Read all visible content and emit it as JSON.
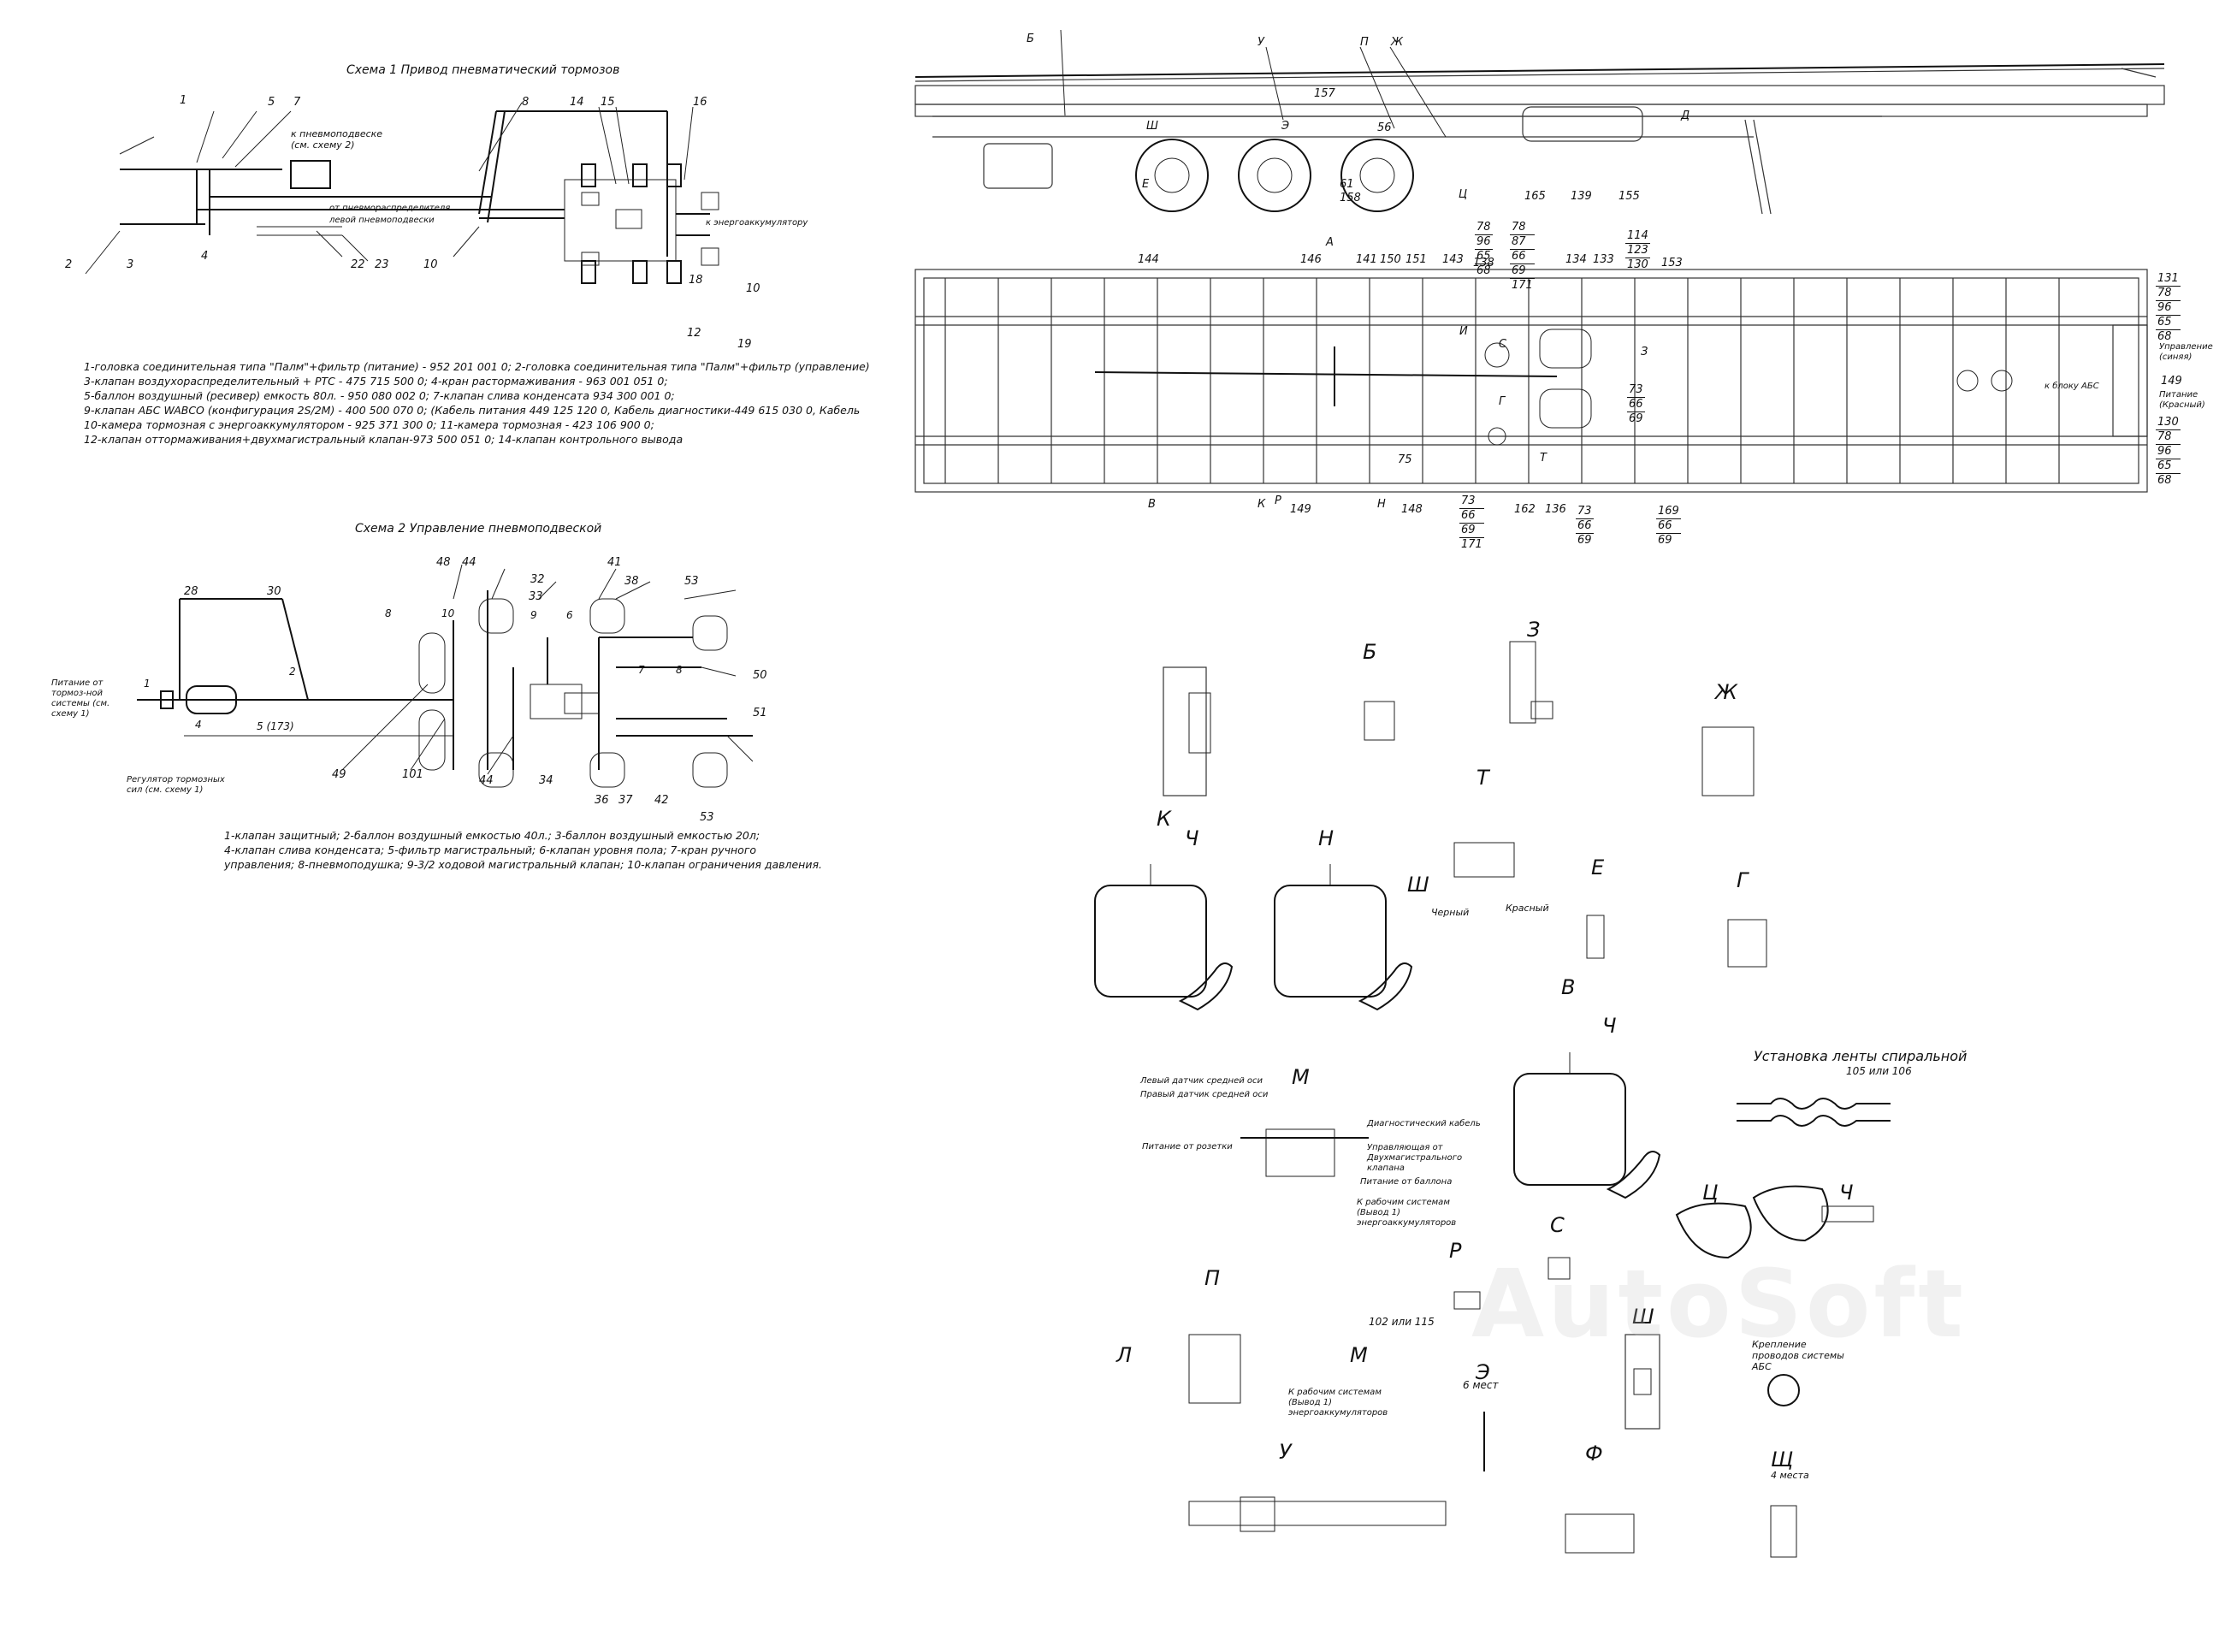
{
  "scheme1": {
    "title": "Схема 1 Привод пневматический тормозов",
    "labels": [
      "1",
      "5",
      "7",
      "8",
      "14",
      "15",
      "16",
      "2",
      "3",
      "4",
      "22",
      "23",
      "10",
      "18",
      "12",
      "19",
      "10"
    ],
    "notes": [
      "к пневмоподвеске (см. схему 2)",
      "от пневмораспределителя",
      "левой пневмоподвески",
      "к энергоаккумулятору"
    ],
    "legend": "1-головка соединительная типа \"Палм\"+фильтр (питание) - 952 201 001 0; 2-головка соединительная типа \"Палм\"+фильтр (управление)\n3-клапан воздухораспределительный + РТС - 475 715 500 0; 4-кран растормаживания - 963 001 051 0;\n5-баллон воздушный (ресивер) емкость 80л. - 950 080 002 0; 7-клапан слива конденсата 934 300 001 0;\n9-клапан АБС WABCO (конфигурация 2S/2M) - 400 500 070 0; (Кабель питания 449 125 120 0, Кабель диагностики-449 615 030 0, Кабель\n10-камера тормозная с энергоаккумулятором - 925 371 300 0; 11-камера тормозная - 423 106 900 0;\n12-клапан оттормаживания+двухмагистральный клапан-973 500 051 0; 14-клапан контрольного вывода"
  },
  "scheme2": {
    "title": "Схема 2 Управление пневмоподвеской",
    "labels": [
      "28",
      "30",
      "48",
      "44",
      "32",
      "41",
      "38",
      "53",
      "1",
      "2",
      "4",
      "5 (173)",
      "8",
      "10",
      "9",
      "33",
      "6",
      "7",
      "8",
      "50",
      "51",
      "49",
      "101",
      "44",
      "34",
      "36",
      "37",
      "42",
      "53"
    ],
    "notes": [
      "Питание от тормоз-ной системы (см. схему 1)",
      "Регулятор тормозных сил (см. схему 1)"
    ],
    "legend": "1-клапан защитный; 2-баллон воздушный емкостью 40л.; 3-баллон воздушный емкостью 20л;\n4-клапан слива конденсата; 5-фильтр магистральный; 6-клапан уровня пола; 7-кран ручного\nуправления; 8-пневмоподушка; 9-3/2 ходовой магистральный клапан; 10-клапан ограничения давления."
  },
  "side_view": {
    "letters": [
      "Б",
      "У",
      "П",
      "Ж",
      "Ш",
      "Э",
      "Е",
      "Ц",
      "Д"
    ],
    "numbers": [
      "157",
      "56",
      "61",
      "158",
      "165",
      "139",
      "155"
    ]
  },
  "plan_view": {
    "numbers_top": [
      "144",
      "146",
      "141",
      "150",
      "151",
      "143",
      "138",
      "134",
      "133",
      "153"
    ],
    "letters": [
      "А",
      "И",
      "С",
      "Г",
      "З",
      "Т",
      "В",
      "К",
      "Р",
      "Н"
    ],
    "numbers_bottom": [
      "149",
      "148",
      "75",
      "162",
      "136",
      "73",
      "169"
    ],
    "stacks": [
      [
        "78",
        "87",
        "66",
        "69",
        "171"
      ],
      [
        "78",
        "96",
        "65",
        "68"
      ],
      [
        "114",
        "123",
        "130"
      ],
      [
        "73",
        "66",
        "69"
      ],
      [
        "73",
        "66",
        "69",
        "171"
      ],
      [
        "73",
        "66",
        "69"
      ],
      [
        "169",
        "66",
        "69"
      ]
    ],
    "side_notes": [
      "Управление (синяя)",
      "к блоку АБС",
      "Питание (Красный)"
    ],
    "side_stacks": [
      [
        "131",
        "78",
        "96",
        "65",
        "68"
      ],
      [
        "149"
      ],
      [
        "130",
        "78",
        "96",
        "65",
        "68"
      ]
    ]
  },
  "details": {
    "letters": [
      "Б",
      "З",
      "Ж",
      "Т",
      "Ш",
      "К",
      "Ч",
      "Н",
      "Е",
      "Г",
      "В",
      "Ч",
      "М",
      "С",
      "Р",
      "Ц",
      "Ч",
      "П",
      "Л",
      "М",
      "Ш",
      "У",
      "Ф",
      "Щ",
      "Э"
    ],
    "texts": {
      "t_black": "Черный",
      "t_red": "Красный",
      "m_left_front": "Левый датчик средней оси",
      "m_right_front": "Правый датчик средней оси",
      "m_diag": "Диагностический кабель",
      "m_ctrl": "Управляющая от Двухмагистрального клапана",
      "m_socket": "Питание от розетки",
      "m_tank": "Питание от баллона",
      "m_work": "К рабочим системам (Вывод 1) энергоаккумуляторов",
      "p_work": "К рабочим системам (Вывод 1) энергоаккумуляторов",
      "spiral": "Установка ленты спиральной",
      "spiral_num": "105 или 106",
      "abs_fix": "Крепление проводов системы АБС",
      "e6": "6 мест",
      "sch4": "4 места",
      "r102": "102 или 115"
    }
  },
  "watermark": "AutoSoft"
}
